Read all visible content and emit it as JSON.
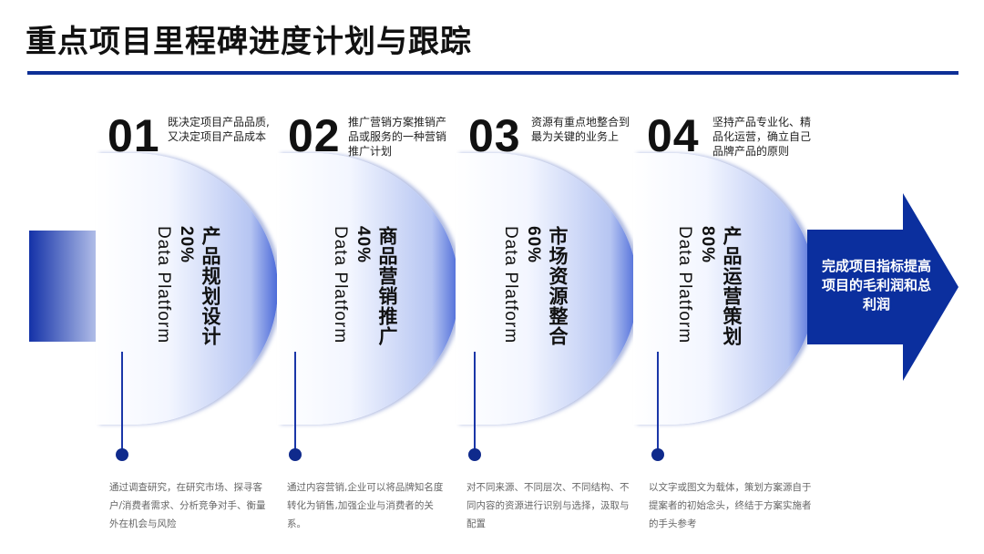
{
  "title": "重点项目里程碑进度计划与跟踪",
  "steps": [
    {
      "number": "01",
      "desc": "既决定项目产品品质,又决定项目产品成本",
      "name": "产品规划设计",
      "percent": "20%",
      "sub": "Data Platform",
      "bottom": "通过调查研究，在研究市场、探寻客户/消费者需求、分析竞争对手、衡量外在机会与风险"
    },
    {
      "number": "02",
      "desc": "推广营销方案推销产品或服务的一种营销推广计划",
      "name": "商品营销推广",
      "percent": "40%",
      "sub": "Data Platform",
      "bottom": "通过内容营销,企业可以将品牌知名度转化为销售,加强企业与消费者的关系。"
    },
    {
      "number": "03",
      "desc": "资源有重点地整合到最为关键的业务上",
      "name": "市场资源整合",
      "percent": "60%",
      "sub": "Data Platform",
      "bottom": "对不同来源、不同层次、不同结构、不同内容的资源进行识别与选择，汲取与配置"
    },
    {
      "number": "04",
      "desc": "坚持产品专业化、精品化运营，确立自己品牌产品的原则",
      "name": "产品运营策划",
      "percent": "80%",
      "sub": "Data Platform",
      "bottom": "以文字或图文为载体，策划方案源自于提案者的初始念头，终结于方案实施者的手头参考"
    }
  ],
  "arrow_text": "完成项目指标提高项目的毛利润和总利润",
  "colors": {
    "accent": "#0d2f96",
    "arrow": "#0b2f9e"
  }
}
